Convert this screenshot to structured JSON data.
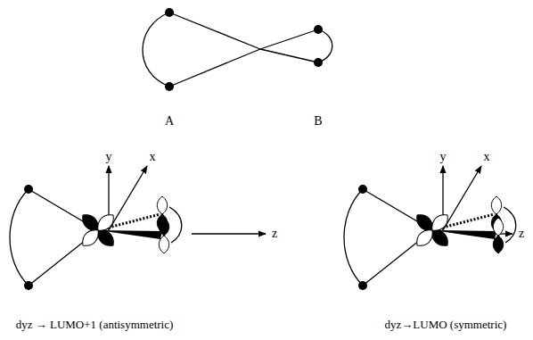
{
  "diagram": {
    "labels": [
      "A",
      "B",
      "y",
      "x",
      "z",
      "dyz → LUMO+1 (antisymmetric)",
      "y",
      "x",
      "z",
      "dyz→LUMO (symmetric)"
    ]
  }
}
